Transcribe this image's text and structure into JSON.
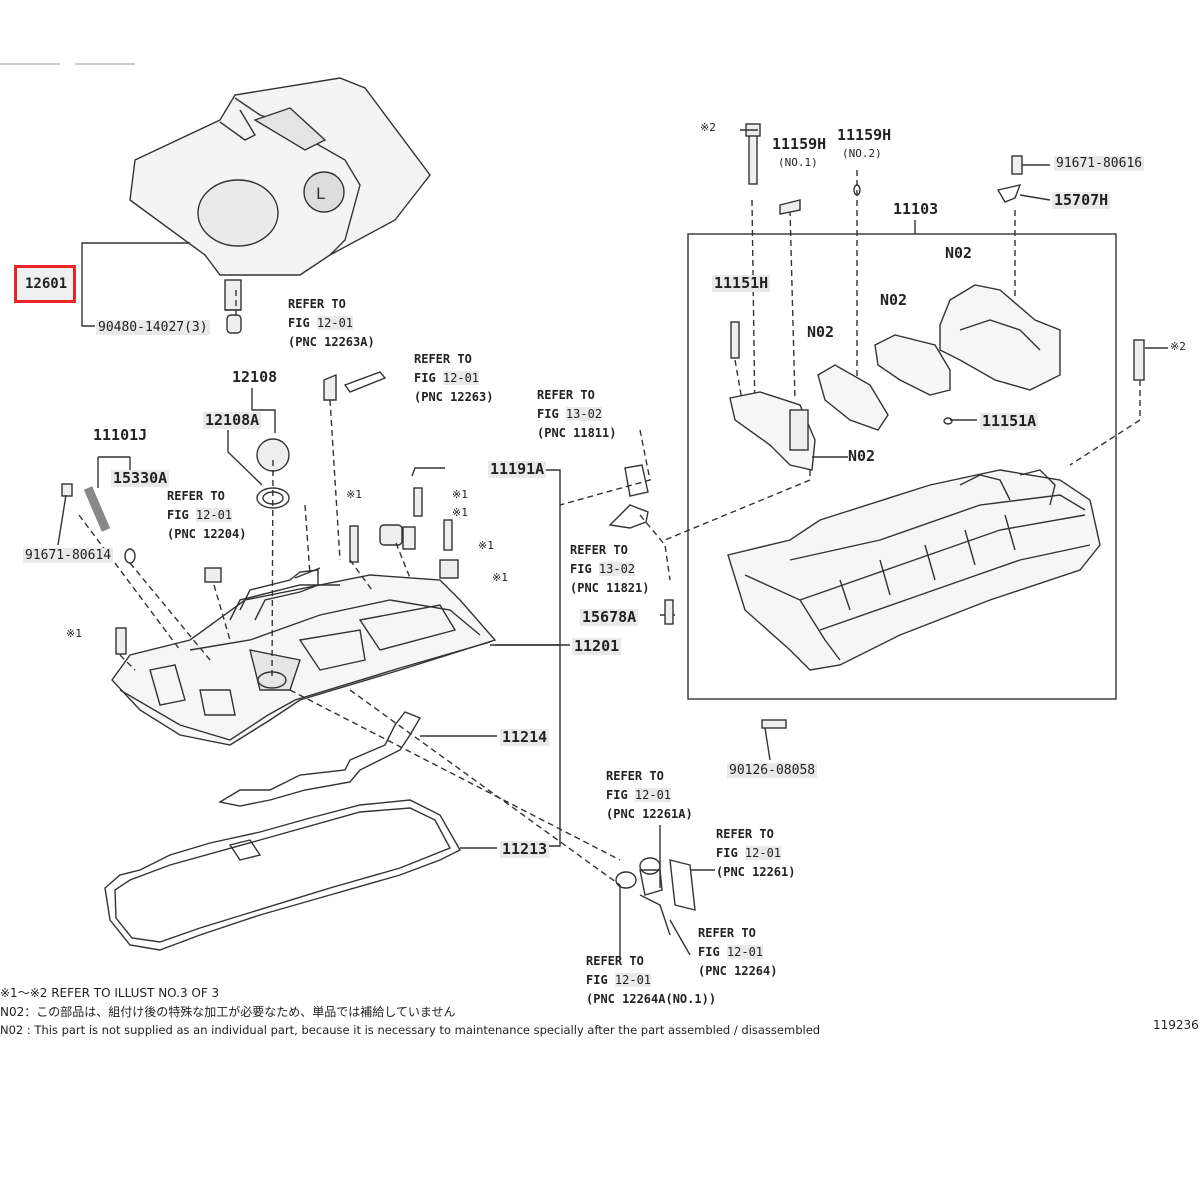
{
  "diagram_id": "119236",
  "highlighted_part": "12601",
  "parts": {
    "cover_mount": "90480-14027(3)",
    "p12108": "12108",
    "p12108A": "12108A",
    "p11101J": "11101J",
    "p15330A": "15330A",
    "bolt_91671_l": "91671-80614",
    "p11191A": "11191A",
    "p11201": "11201",
    "p11214": "11214",
    "p11213": "11213",
    "p15678A": "15678A",
    "p11159H_1": "11159H",
    "p11159H_1_sub": "(NO.1)",
    "p11159H_2": "11159H",
    "p11159H_2_sub": "(NO.2)",
    "p11103": "11103",
    "bolt_91671_r": "91671-80616",
    "p15707H": "15707H",
    "p11151H": "11151H",
    "p11151A": "11151A",
    "no2_a": "N02",
    "no2_b": "N02",
    "no2_c": "N02",
    "no2_d": "N02",
    "p90126": "90126-08058",
    "mark_2_top": "※2",
    "mark_2_right": "※2",
    "mark_1_a": "※1",
    "mark_1_b": "※1",
    "mark_1_c": "※1",
    "mark_1_d": "※1",
    "mark_1_e": "※1",
    "mark_1_f": "※1"
  },
  "refs": [
    {
      "line1": "REFER TO",
      "fig_prefix": "FIG ",
      "fig": "12-01",
      "pnc": "(PNC 12263A)"
    },
    {
      "line1": "REFER TO",
      "fig_prefix": "FIG ",
      "fig": "12-01",
      "pnc": "(PNC 12263)"
    },
    {
      "line1": "REFER TO",
      "fig_prefix": "FIG ",
      "fig": "12-01",
      "pnc": "(PNC 12204)"
    },
    {
      "line1": "REFER TO",
      "fig_prefix": "FIG ",
      "fig": "13-02",
      "pnc": "(PNC 11811)"
    },
    {
      "line1": "REFER TO",
      "fig_prefix": "FIG ",
      "fig": "13-02",
      "pnc": "(PNC 11821)"
    },
    {
      "line1": "REFER TO",
      "fig_prefix": "FIG ",
      "fig": "12-01",
      "pnc": "(PNC 12261A)"
    },
    {
      "line1": "REFER TO",
      "fig_prefix": "FIG ",
      "fig": "12-01",
      "pnc": "(PNC 12261)"
    },
    {
      "line1": "REFER TO",
      "fig_prefix": "FIG ",
      "fig": "12-01",
      "pnc": "(PNC 12264)"
    },
    {
      "line1": "REFER TO",
      "fig_prefix": "FIG ",
      "fig": "12-01",
      "pnc": "(PNC 12264A(NO.1))"
    }
  ],
  "notes": {
    "note1": "※1～※2 REFER TO ILLUST NO.3 OF 3",
    "note2_jp": "N02：この部品は、組付け後の特殊な加工が必要なため、単品では補給していません",
    "note3_en": "N02 : This part is not supplied as an individual part, because it is necessary to maintenance specially after the part assembled / disassembled"
  },
  "colors": {
    "highlight": "#e8262a",
    "label_bg": "#e9e9e9",
    "line": "#222222"
  }
}
